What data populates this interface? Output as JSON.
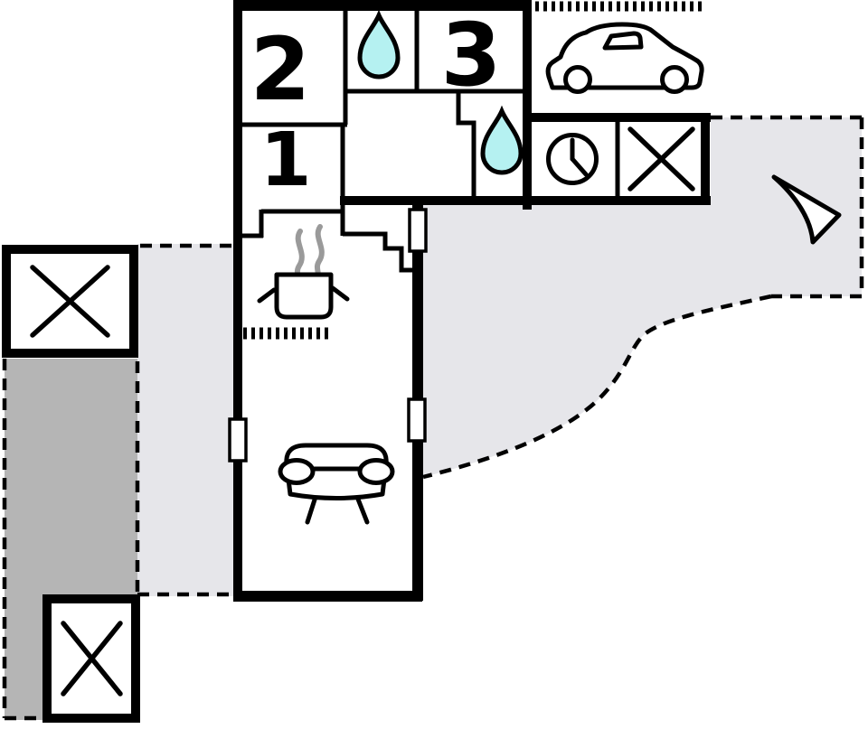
{
  "title": "Holiday home floor plan",
  "rooms": {
    "bedroom_2": {
      "label": "2"
    },
    "bedroom_1": {
      "label": "1"
    },
    "bedroom_3": {
      "label": "3"
    }
  },
  "icons": {
    "bathroom_upper": "water-drop-icon",
    "bathroom_lower": "water-drop-icon",
    "carport": "car-icon",
    "utility_room": "clock-icon",
    "storage_upper_left": "crossed-box-icon",
    "storage_lower_left": "crossed-box-icon",
    "storage_right_of_clock": "crossed-box-icon",
    "kitchen": "cooking-pot-icon",
    "kitchen_hob": "hatch-strip-icon",
    "carport_edge": "hatch-strip-icon",
    "living_room": "sofa-icon",
    "orientation": "north-arrow-icon"
  },
  "areas": {
    "terrace_right": "open terrace (light gray, dashed boundary)",
    "strip_left": "open terrace strip (light gray, dashed boundary)",
    "patio_left": "patio (dark gray, dashed boundary)"
  },
  "colors": {
    "walls": "#000000",
    "water_drop": "#b5f1f1",
    "terrace": "#e6e6ea",
    "patio": "#b5b5b5",
    "steam": "#9a9a9a",
    "background": "#ffffff"
  }
}
